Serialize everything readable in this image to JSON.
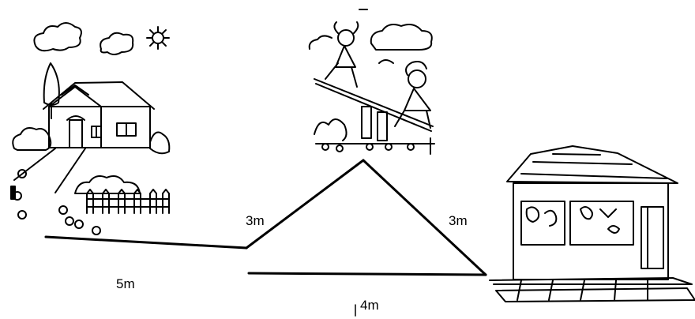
{
  "labels": {
    "left_path": "5m",
    "left_slope": "3m",
    "right_slope": "3m",
    "base": "4m"
  },
  "icons": [
    "house-icon",
    "seesaw-children-icon",
    "school-building-icon",
    "sun-icon",
    "cloud-icon",
    "tree-icon",
    "fence-icon",
    "flower-icon"
  ]
}
